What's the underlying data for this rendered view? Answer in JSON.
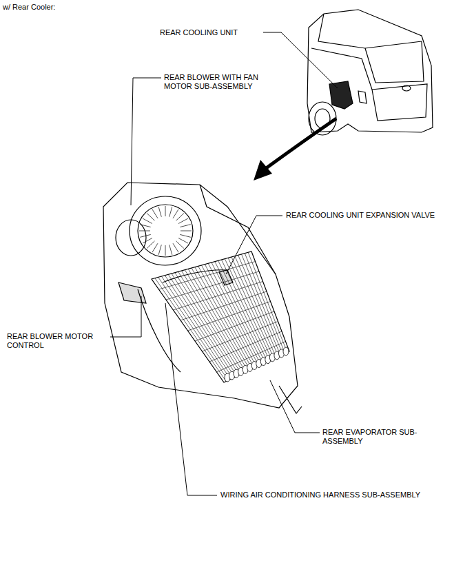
{
  "diagram": {
    "title": "w/ Rear Cooler:",
    "labels": [
      "REAR COOLING UNIT",
      "REAR BLOWER WITH FAN MOTOR SUB-ASSEMBLY",
      "REAR COOLING UNIT EXPANSION VALVE",
      "REAR BLOWER MOTOR CONTROL",
      "REAR EVAPORATOR SUB-ASSEMBLY",
      "WIRING AIR CONDITIONING HARNESS SUB-ASSEMBLY"
    ]
  }
}
